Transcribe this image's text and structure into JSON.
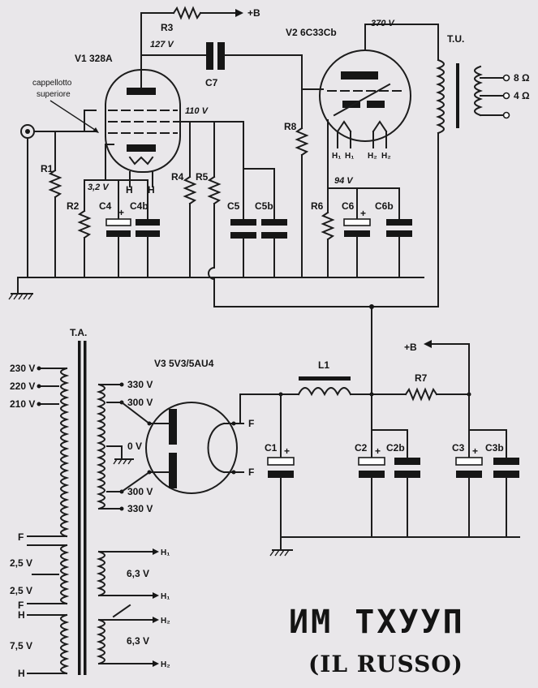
{
  "title": "ИМ ТХУУП",
  "subtitle": "(IL RUSSO)",
  "tubes": {
    "v1": "V1  328A",
    "v2": "V2  6C33Cb",
    "v3": "V3  5V3/5AU4"
  },
  "note": {
    "line1": "cappellotto",
    "line2": "superiore"
  },
  "voltages": {
    "v127": "127 V",
    "v110": "110 V",
    "v32": "3,2 V",
    "v370": "370 V",
    "v94": "94 V"
  },
  "components": {
    "r1": "R1",
    "r2": "R2",
    "r3": "R3",
    "r4": "R4",
    "r5": "R5",
    "r6": "R6",
    "r7": "R7",
    "r8": "R8",
    "c1": "C1",
    "c2": "C2",
    "c2b": "C2b",
    "c3": "C3",
    "c3b": "C3b",
    "c4": "C4",
    "c4b": "C4b",
    "c5": "C5",
    "c5b": "C5b",
    "c6": "C6",
    "c6b": "C6b",
    "c7": "C7",
    "l1": "L1",
    "tu": "T.U.",
    "ta": "T.A."
  },
  "nodes": {
    "bplus": "+B",
    "plus": "+",
    "h": "H",
    "h1": "H₁",
    "h2": "H₂",
    "f": "F"
  },
  "outputs": {
    "o8": "8 Ω",
    "o4": "4 Ω"
  },
  "transformer": {
    "p230": "230 V",
    "p220": "220 V",
    "p210": "210 V",
    "s330": "330 V",
    "s300": "300 V",
    "s0": "0 V",
    "f25": "2,5 V",
    "h75": "7,5 V",
    "h63": "6,3 V"
  }
}
